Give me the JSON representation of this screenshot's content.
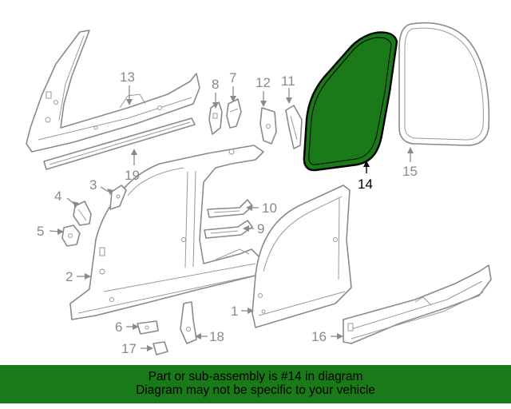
{
  "callouts": {
    "c1": "1",
    "c2": "2",
    "c3": "3",
    "c4": "4",
    "c5": "5",
    "c6": "6",
    "c7": "7",
    "c8": "8",
    "c9": "9",
    "c10": "10",
    "c11": "11",
    "c12": "12",
    "c13": "13",
    "c14": "14",
    "c15": "15",
    "c16": "16",
    "c17": "17",
    "c18": "18",
    "c19": "19"
  },
  "highlight": {
    "part_number": "14",
    "color": "#1a7a17"
  },
  "banner": {
    "line1": "Part or sub-assembly is #14 in diagram",
    "line2": "Diagram may not be specific to your vehicle",
    "background": "#1a7a17"
  }
}
